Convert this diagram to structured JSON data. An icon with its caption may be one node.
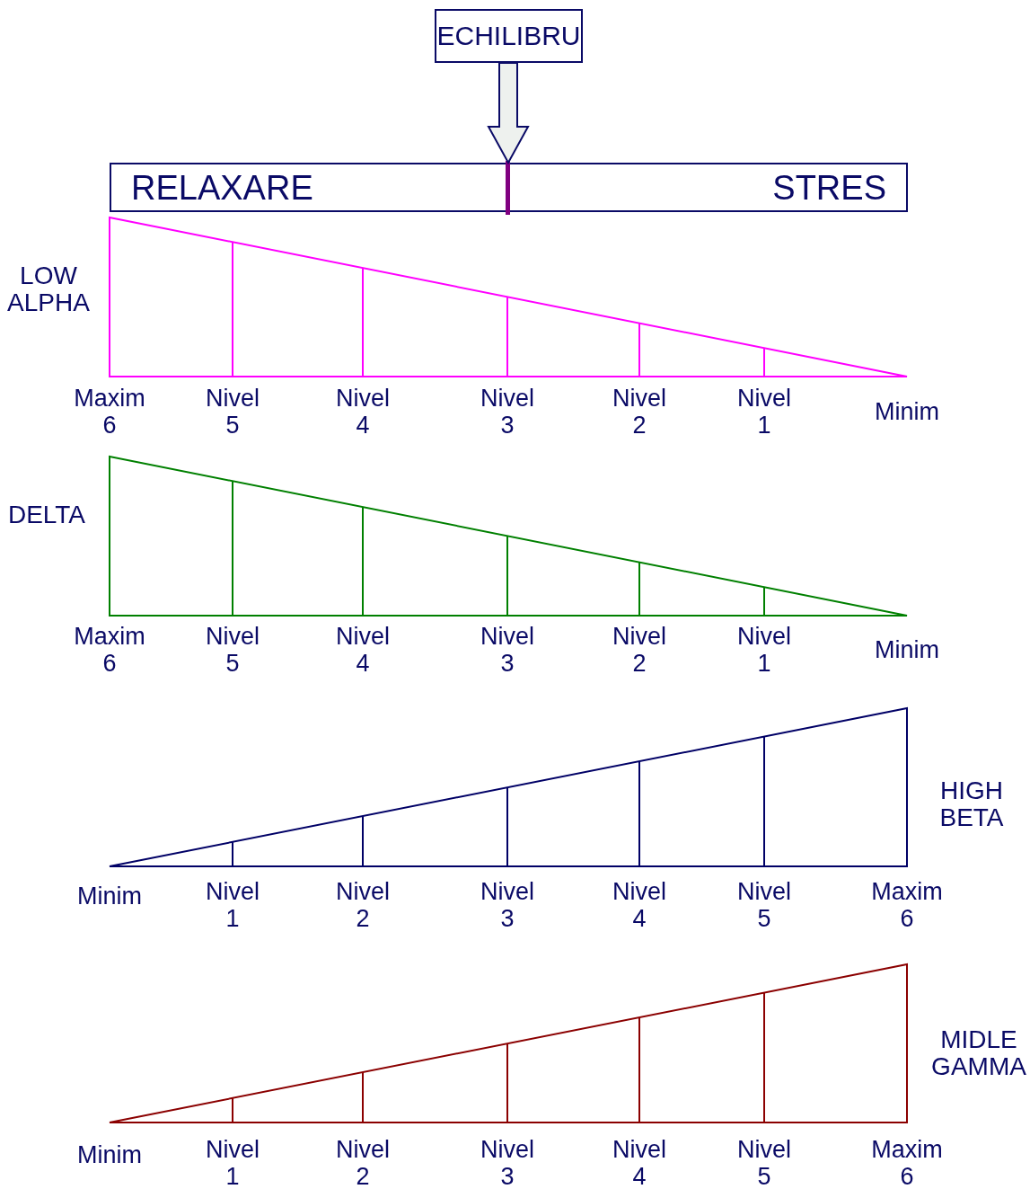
{
  "diagram": {
    "nodes": [
      {
        "text": [
          "ECHILIBRU"
        ]
      },
      {
        "text": [
          "RELAXARE",
          "STRES"
        ]
      },
      {
        "text": [
          "LOW ALPHA"
        ]
      },
      {
        "text": [
          "DELTA"
        ]
      },
      {
        "text": [
          "HIGH BETA"
        ]
      },
      {
        "text": [
          "MIDLE GAMMA"
        ]
      }
    ],
    "edges": [
      {
        "from": 0,
        "to": 1,
        "arrow": "to"
      }
    ],
    "labels": [
      "Maxim 6",
      "Nivel 5",
      "Nivel 4",
      "Nivel 3",
      "Nivel 2",
      "Nivel 1",
      "Minim",
      "Maxim 6",
      "Nivel 5",
      "Nivel 4",
      "Nivel 3",
      "Nivel 2",
      "Nivel 1",
      "Minim",
      "Minim",
      "Nivel 1",
      "Nivel 2",
      "Nivel 3",
      "Nivel 4",
      "Nivel 5",
      "Maxim 6",
      "Minim",
      "Nivel 1",
      "Nivel 2",
      "Nivel 3",
      "Nivel 4",
      "Nivel 5",
      "Maxim 6"
    ]
  }
}
